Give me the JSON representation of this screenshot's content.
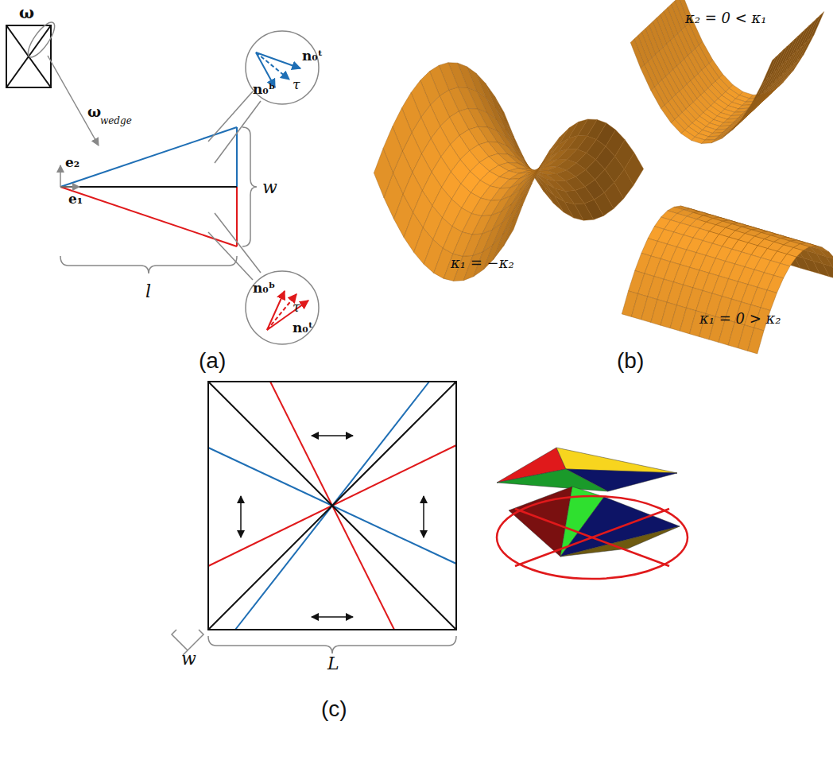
{
  "diagram": {
    "labels": [
      "ω",
      "ω",
      "wedge",
      "e₂",
      "e₁",
      "w",
      "l",
      "n₀ᵗ",
      "n₀ᵇ",
      "τ",
      "n₀ᵇ",
      "τ",
      "n₀ᵗ",
      "(a)",
      "κ₂ = 0 < κ₁",
      "κ₁ = −κ₂",
      "κ₁ = 0 > κ₂",
      "(b)",
      "w",
      "L",
      "(c)"
    ]
  }
}
